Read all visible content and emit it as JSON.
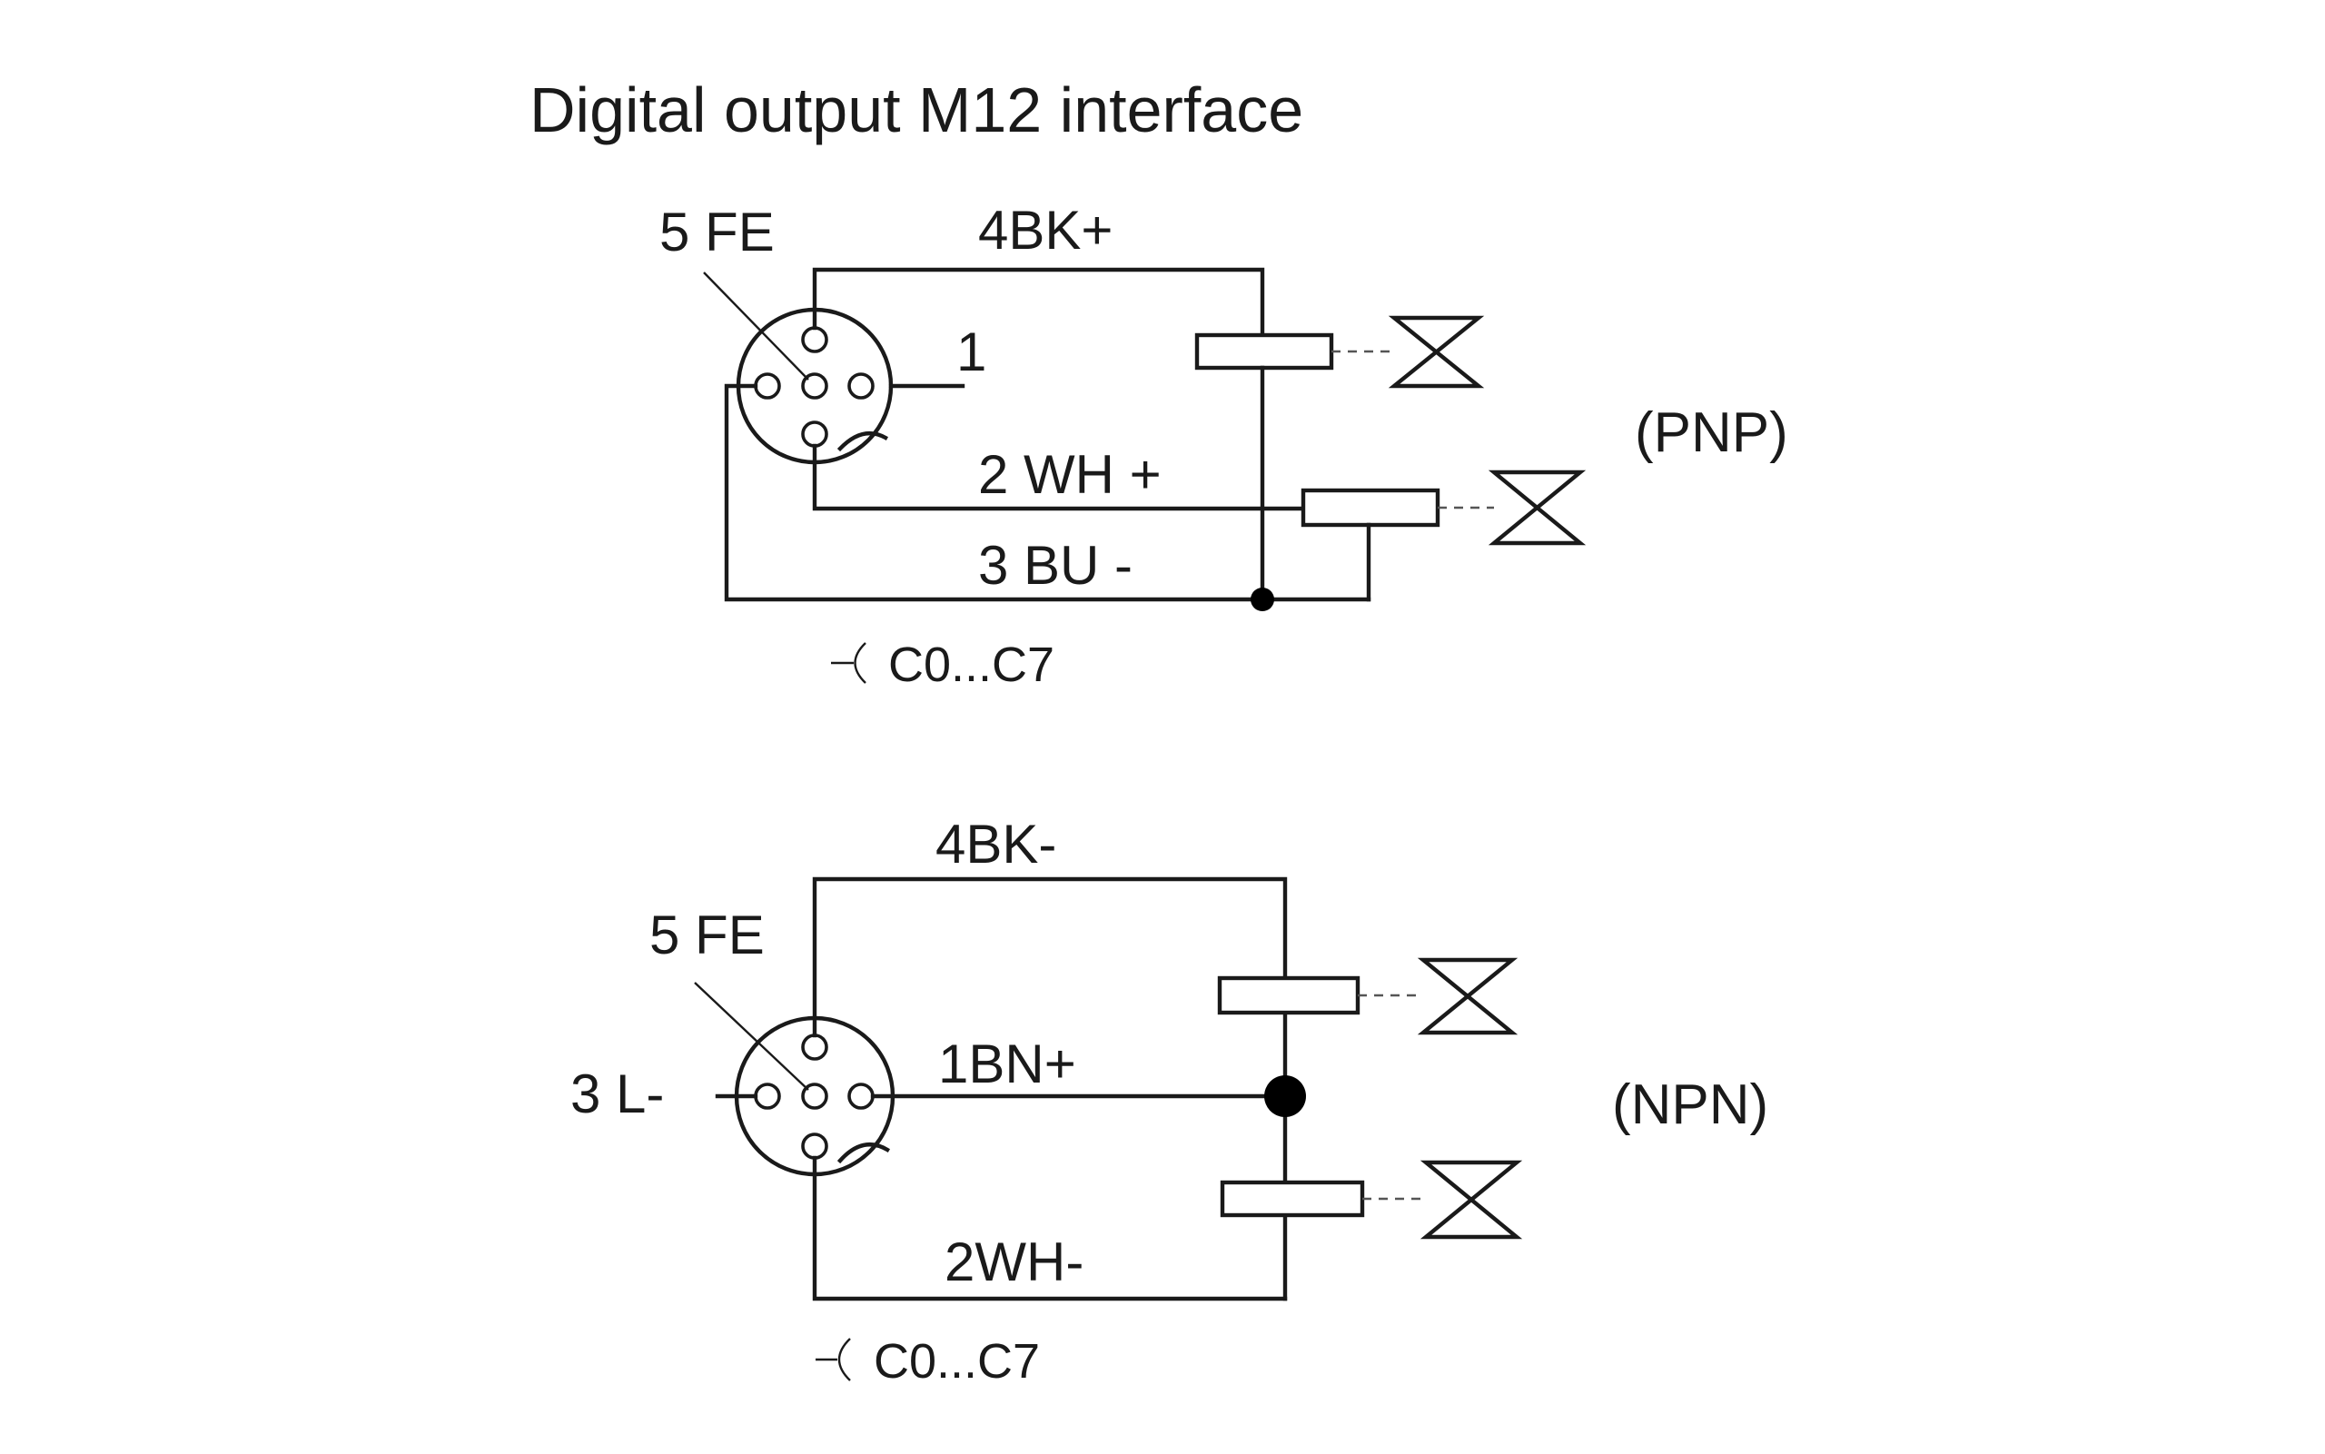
{
  "title": "Digital output M12 interface",
  "pnp": {
    "fe_label": "5 FE",
    "pin1_label": "1",
    "wire_top": "4BK+",
    "wire_mid": "2 WH +",
    "wire_bottom": "3 BU -",
    "cable_code": "C0...C7",
    "type_label": "(PNP)"
  },
  "npn": {
    "fe_label": "5 FE",
    "pin3_label": "3 L-",
    "wire_top": "4BK-",
    "wire_mid": "1BN+",
    "wire_bottom": "2WH-",
    "cable_code": "C0...C7",
    "type_label": "(NPN)"
  }
}
